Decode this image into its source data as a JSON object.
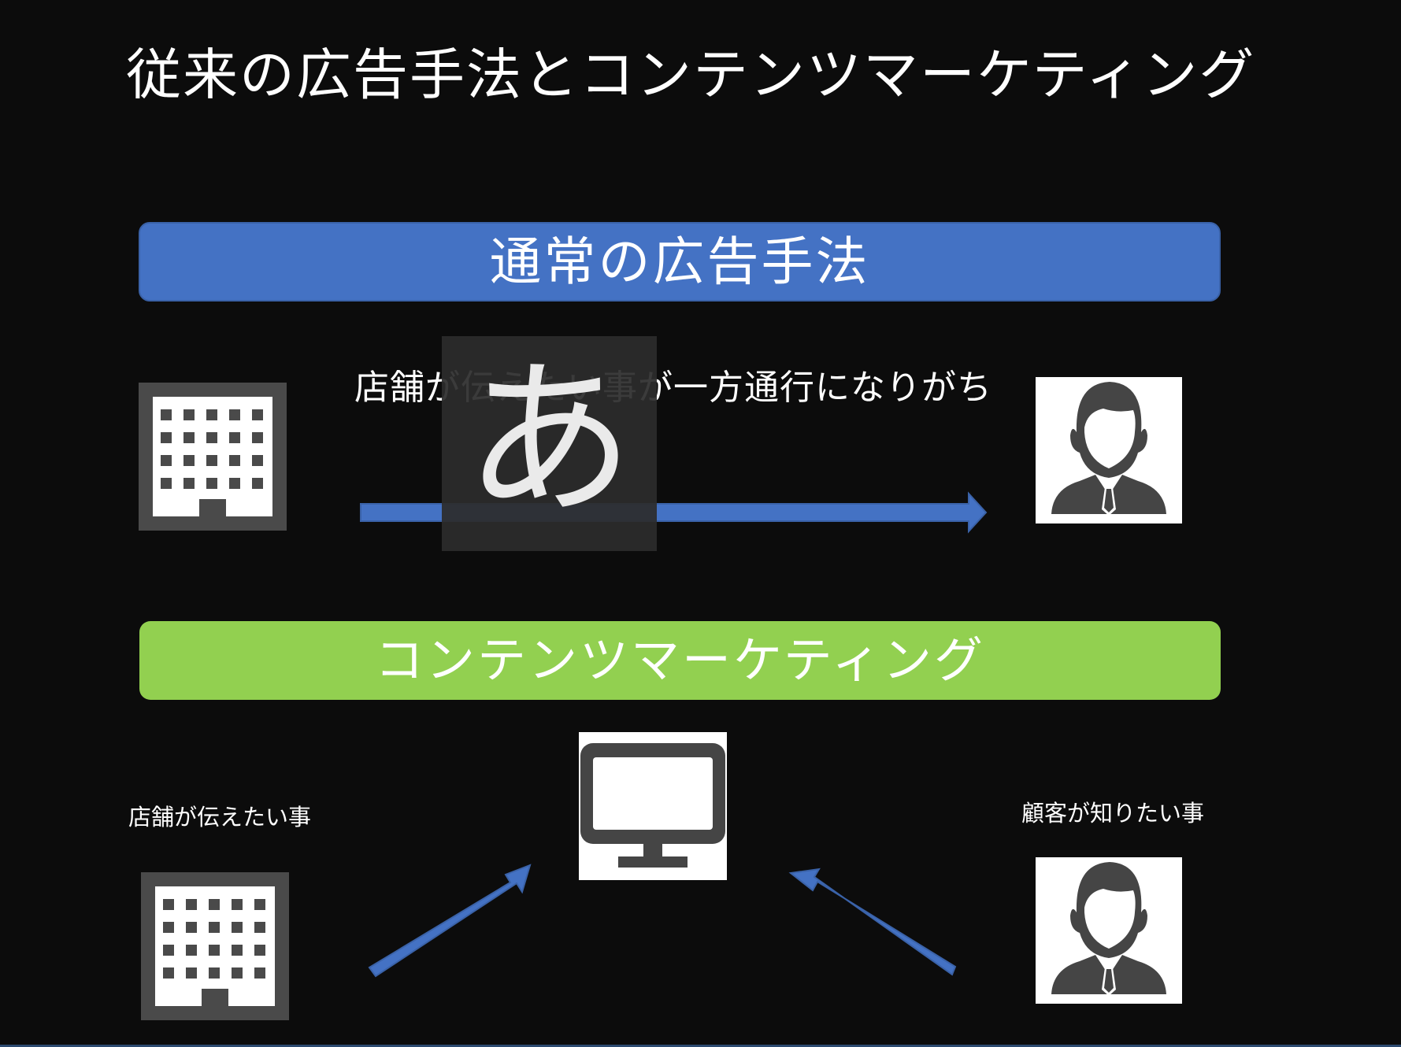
{
  "slide": {
    "title": "従来の広告手法とコンテンツマーケティング",
    "section_traditional": {
      "banner": "通常の広告手法",
      "caption": "店舗が伝えたい事が一方通行になりがち",
      "banner_color": "#4472c4"
    },
    "section_content": {
      "banner": "コンテンツマーケティング",
      "store_caption": "店舗が伝えたい事",
      "customer_caption": "顧客が知りたい事",
      "banner_color": "#92d050"
    },
    "arrow_color": "#4472c4"
  },
  "ime_indicator": {
    "glyph": "あ"
  },
  "icons": [
    "building-icon",
    "person-icon",
    "monitor-icon",
    "arrow-right-icon",
    "arrow-diagonal-icon"
  ]
}
